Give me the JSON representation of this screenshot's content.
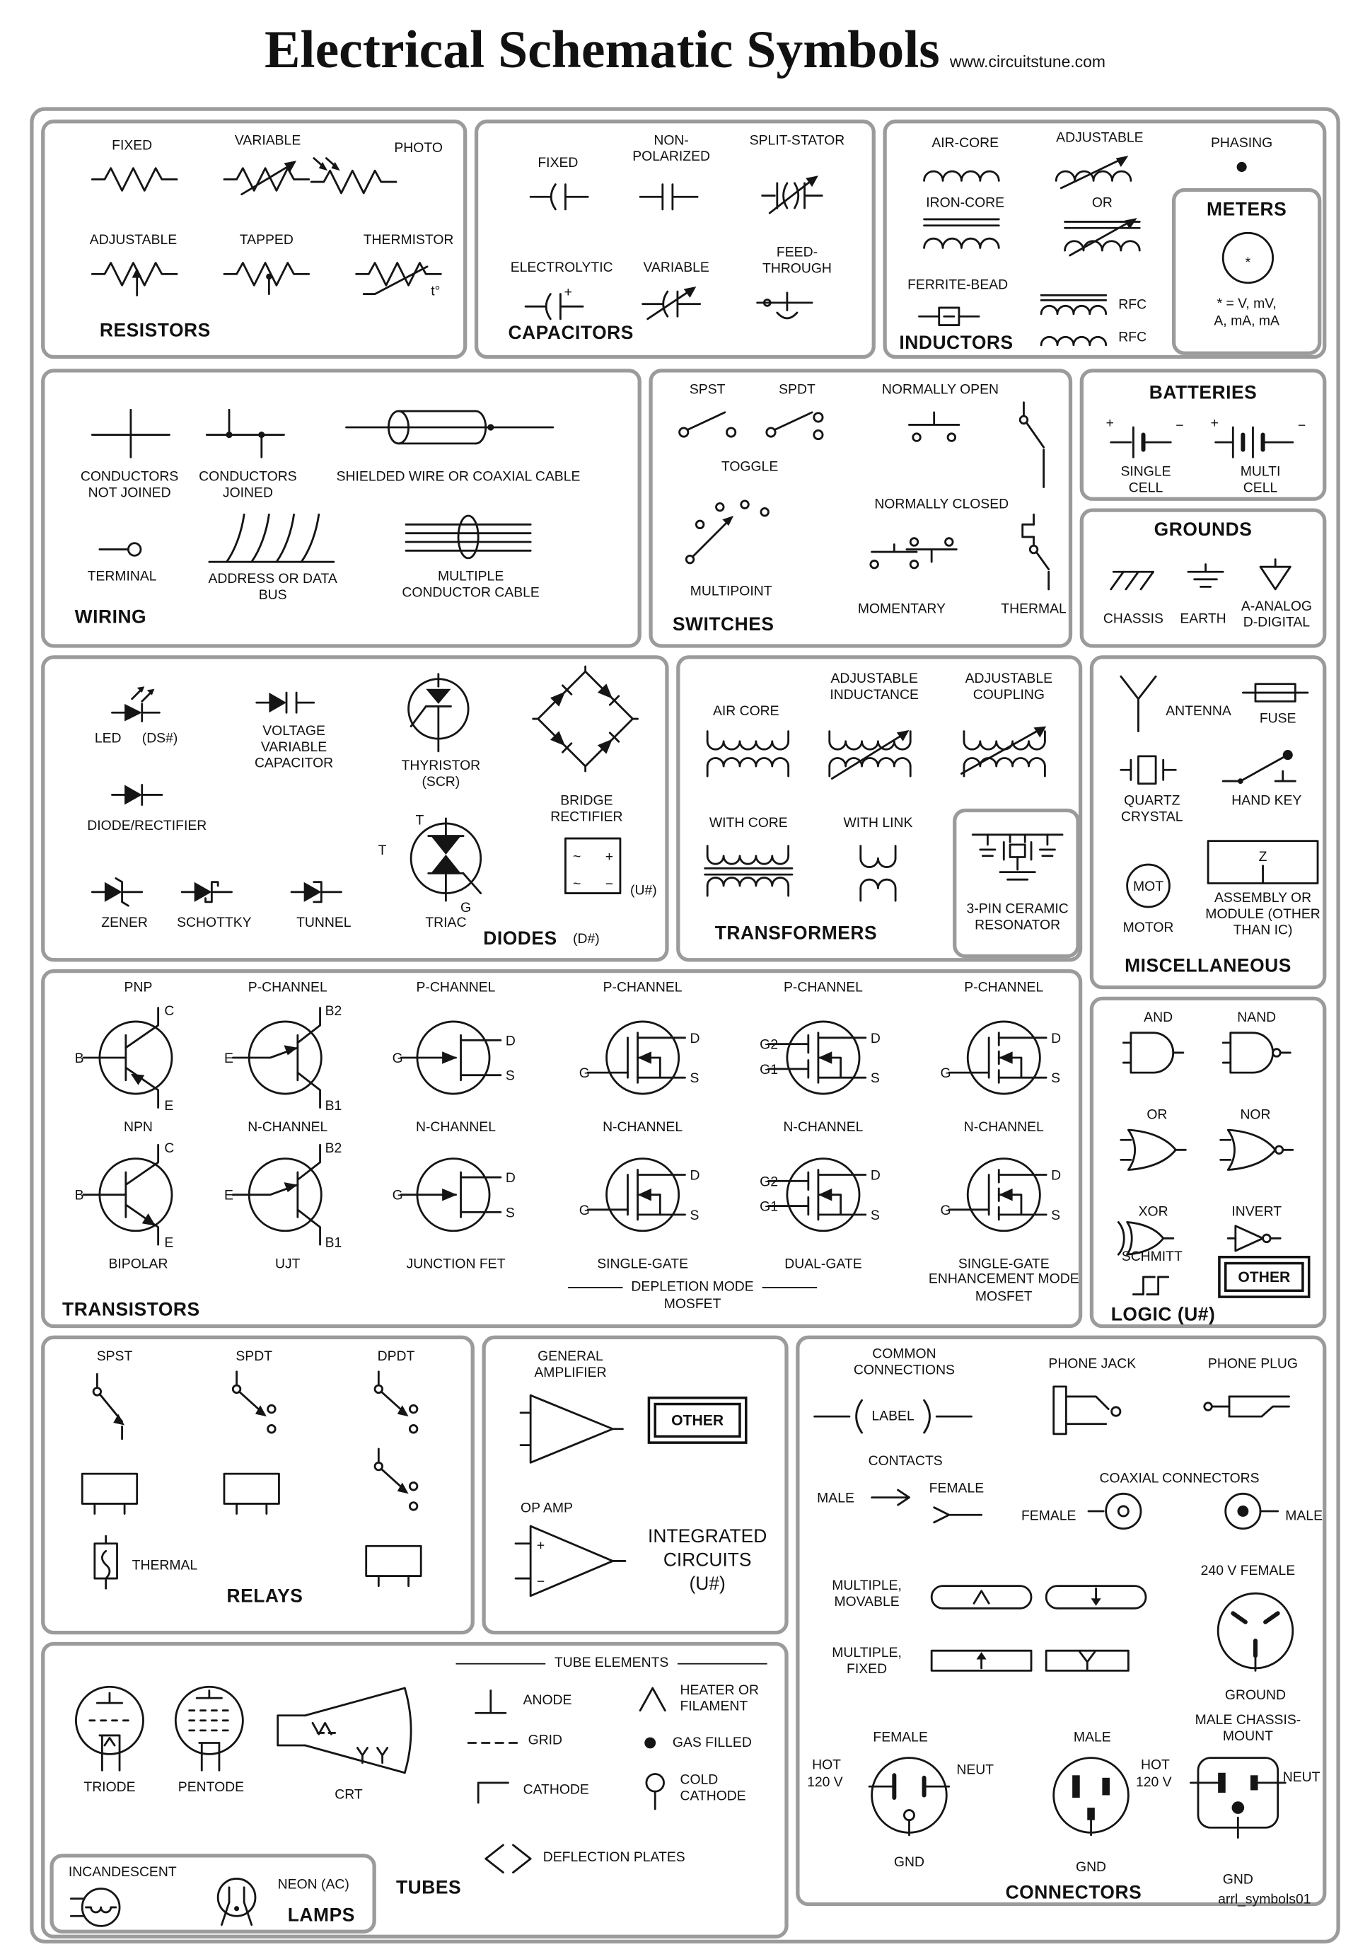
{
  "header": {
    "title": "Electrical Schematic Symbols",
    "site": "www.circuitstune.com"
  },
  "footer": {
    "credit": "arrl_symbols01"
  },
  "pins": {
    "b": "B",
    "c": "C",
    "e": "E",
    "g": "G",
    "d": "D",
    "s": "S",
    "g1": "G1",
    "g2": "G2",
    "b1": "B1",
    "b2": "B2",
    "t": "T",
    "plus": "+",
    "minus": "−",
    "star": "*",
    "z": "Z",
    "mot": "MOT",
    "tdeg": "t°",
    "tilde": "~"
  },
  "resistors": {
    "title": "RESISTORS",
    "fixed": "FIXED",
    "variable": "VARIABLE",
    "photo": "PHOTO",
    "adjustable": "ADJUSTABLE",
    "tapped": "TAPPED",
    "thermistor": "THERMISTOR"
  },
  "capacitors": {
    "title": "CAPACITORS",
    "fixed": "FIXED",
    "nonpolarized": "NON-POLARIZED",
    "splitstator": "SPLIT-STATOR",
    "electrolytic": "ELECTROLYTIC",
    "variable": "VARIABLE",
    "feedthrough": "FEED-THROUGH"
  },
  "inductors": {
    "title": "INDUCTORS",
    "aircore": "AIR-CORE",
    "adjustable": "ADJUSTABLE",
    "phasing": "PHASING",
    "ironcore": "IRON-CORE",
    "or": "OR",
    "ferritebead": "FERRITE-BEAD",
    "rfc": "RFC"
  },
  "meters": {
    "title": "METERS",
    "note1": "* = V, mV,",
    "note2": "A, mA, mA"
  },
  "wiring": {
    "title": "WIRING",
    "notjoined": "CONDUCTORS NOT JOINED",
    "joined": "CONDUCTORS JOINED",
    "shielded": "SHIELDED WIRE OR COAXIAL CABLE",
    "terminal": "TERMINAL",
    "bus": "ADDRESS OR DATA BUS",
    "cable": "MULTIPLE CONDUCTOR CABLE"
  },
  "switches": {
    "title": "SWITCHES",
    "spst": "SPST",
    "spdt": "SPDT",
    "toggle": "TOGGLE",
    "no": "NORMALLY OPEN",
    "nc": "NORMALLY CLOSED",
    "multipoint": "MULTIPOINT",
    "momentary": "MOMENTARY",
    "thermal": "THERMAL"
  },
  "batteries": {
    "title": "BATTERIES",
    "single": "SINGLE CELL",
    "multi": "MULTI CELL"
  },
  "grounds": {
    "title": "GROUNDS",
    "chassis": "CHASSIS",
    "earth": "EARTH",
    "ad": "A-ANALOG D-DIGITAL"
  },
  "diodes": {
    "title": "DIODES",
    "dnum": "(D#)",
    "led": "LED",
    "ds": "(DS#)",
    "vvc": "VOLTAGE VARIABLE CAPACITOR",
    "thyristor": "THYRISTOR (SCR)",
    "bridge": "BRIDGE RECTIFIER",
    "rectifier": "DIODE/RECTIFIER",
    "zener": "ZENER",
    "schottky": "SCHOTTKY",
    "tunnel": "TUNNEL",
    "triac": "TRIAC",
    "unum": "(U#)"
  },
  "transformers": {
    "title": "TRANSFORMERS",
    "aircore": "AIR CORE",
    "adjind": "ADJUSTABLE INDUCTANCE",
    "adjcoup": "ADJUSTABLE COUPLING",
    "withcore": "WITH CORE",
    "withlink": "WITH LINK",
    "resonator": "3-PIN CERAMIC RESONATOR"
  },
  "misc": {
    "title": "MISCELLANEOUS",
    "antenna": "ANTENNA",
    "fuse": "FUSE",
    "quartz": "QUARTZ CRYSTAL",
    "handkey": "HAND KEY",
    "motor": "MOTOR",
    "assembly": "ASSEMBLY OR MODULE (OTHER THAN IC)"
  },
  "transistors": {
    "title": "TRANSISTORS",
    "pnp": "PNP",
    "npn": "NPN",
    "pch": "P-CHANNEL",
    "nch": "N-CHANNEL",
    "bipolar": "BIPOLAR",
    "ujt": "UJT",
    "jfet": "JUNCTION FET",
    "singlegate": "SINGLE-GATE",
    "dualgate": "DUAL-GATE",
    "depletion": "DEPLETION MODE",
    "mosfet": "MOSFET",
    "enhancement": "ENHANCEMENT MODE"
  },
  "logic": {
    "title": "LOGIC (U#)",
    "and": "AND",
    "nand": "NAND",
    "or": "OR",
    "nor": "NOR",
    "xor": "XOR",
    "invert": "INVERT",
    "schmitt": "SCHMITT",
    "other": "OTHER"
  },
  "relays": {
    "title": "RELAYS",
    "spst": "SPST",
    "spdt": "SPDT",
    "dpdt": "DPDT",
    "thermal": "THERMAL"
  },
  "ic": {
    "line1": "INTEGRATED",
    "line2": "CIRCUITS",
    "line3": "(U#)",
    "gen": "GENERAL AMPLIFIER",
    "opamp": "OP AMP",
    "other": "OTHER"
  },
  "connectors": {
    "title": "CONNECTORS",
    "common": "COMMON CONNECTIONS",
    "label": "LABEL",
    "phonejack": "PHONE JACK",
    "phoneplug": "PHONE PLUG",
    "contacts": "CONTACTS",
    "male": "MALE",
    "female": "FEMALE",
    "coaxial": "COAXIAL CONNECTORS",
    "movable": "MULTIPLE, MOVABLE",
    "fixed": "MULTIPLE, FIXED",
    "v240": "240 V FEMALE",
    "ground": "GROUND",
    "cm": "MALE CHASSIS-MOUNT",
    "hot": "HOT",
    "v120": "120 V",
    "neut": "NEUT",
    "gnd": "GND"
  },
  "tubes": {
    "title": "TUBES",
    "triode": "TRIODE",
    "pentode": "PENTODE",
    "crt": "CRT",
    "elements": "TUBE ELEMENTS",
    "anode": "ANODE",
    "grid": "GRID",
    "cathode": "CATHODE",
    "heater": "HEATER OR FILAMENT",
    "gas": "GAS FILLED",
    "cold": "COLD CATHODE",
    "deflection": "DEFLECTION PLATES"
  },
  "lamps": {
    "title": "LAMPS",
    "incandescent": "INCANDESCENT",
    "neon": "NEON (AC)"
  }
}
